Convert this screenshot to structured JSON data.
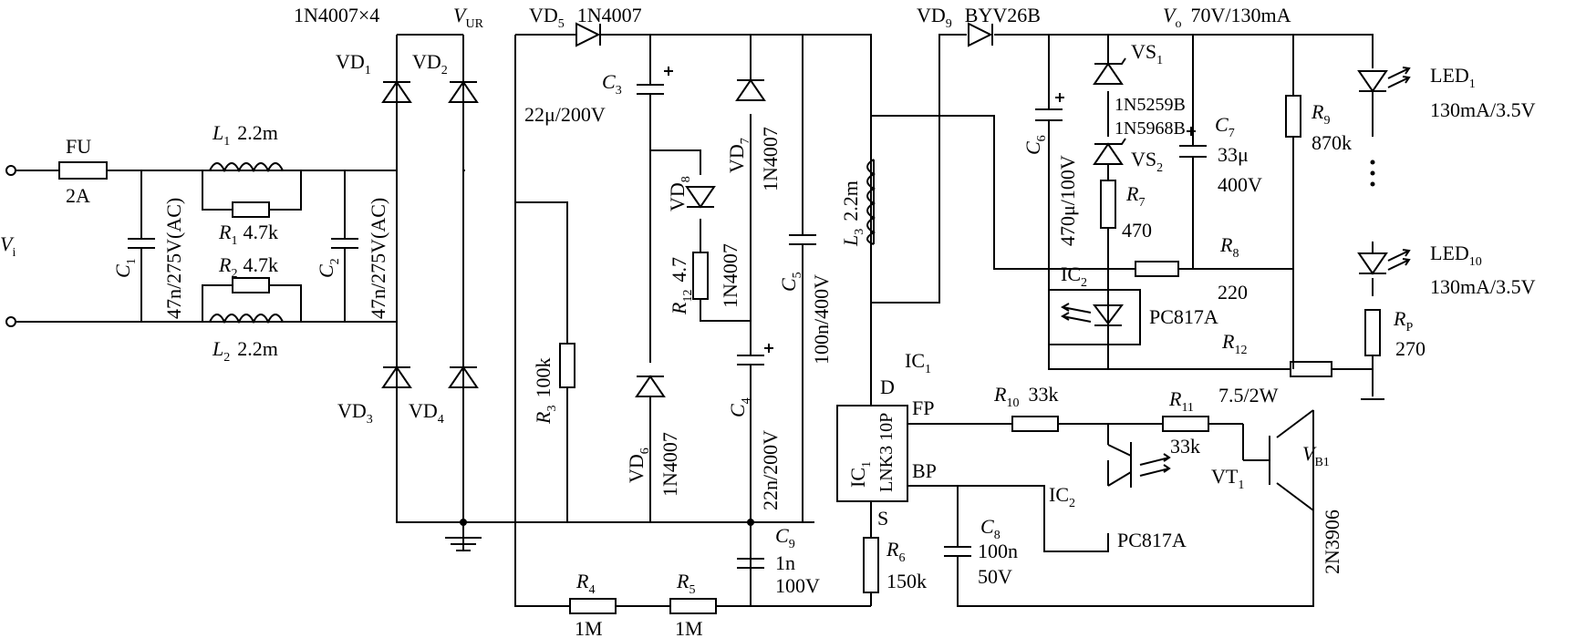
{
  "circuit": {
    "input": {
      "terminal_label": "V",
      "terminal_sub": "i"
    },
    "fuse": {
      "ref": "FU",
      "value": "2A"
    },
    "caps": {
      "c1": {
        "ref": "C",
        "sub": "1",
        "value": "47n/275V(AC)"
      },
      "c2": {
        "ref": "C",
        "sub": "2",
        "value": "47n/275V(AC)"
      },
      "c3": {
        "ref": "C",
        "sub": "3",
        "value": "22μ/200V"
      },
      "c4": {
        "ref": "C",
        "sub": "4",
        "value": "22n/200V"
      },
      "c5": {
        "ref": "C",
        "sub": "5",
        "value": "100n/400V"
      },
      "c6": {
        "ref": "C",
        "sub": "6",
        "value": "470μ/100V"
      },
      "c7": {
        "ref": "C",
        "sub": "7",
        "value1": "33μ",
        "value2": "400V"
      },
      "c8": {
        "ref": "C",
        "sub": "8",
        "value1": "100n",
        "value2": "50V"
      },
      "c9": {
        "ref": "C",
        "sub": "9",
        "value1": "1n",
        "value2": "100V"
      }
    },
    "inductors": {
      "l1": {
        "ref": "L",
        "sub": "1",
        "value": "2.2m"
      },
      "l2": {
        "ref": "L",
        "sub": "2",
        "value": "2.2m"
      },
      "l3": {
        "ref": "L",
        "sub": "3",
        "value": "2.2m"
      }
    },
    "resistors": {
      "r1": {
        "ref": "R",
        "sub": "1",
        "value": "4.7k"
      },
      "r2": {
        "ref": "R",
        "sub": "2",
        "value": "4.7k"
      },
      "r3": {
        "ref": "R",
        "sub": "3",
        "value": "100k"
      },
      "r4": {
        "ref": "R",
        "sub": "4",
        "value": "1M"
      },
      "r5": {
        "ref": "R",
        "sub": "5",
        "value": "1M"
      },
      "r6": {
        "ref": "R",
        "sub": "6",
        "value": "150k"
      },
      "r7": {
        "ref": "R",
        "sub": "7",
        "value": "470"
      },
      "r8": {
        "ref": "R",
        "sub": "8",
        "value": "220"
      },
      "r9": {
        "ref": "R",
        "sub": "9",
        "value": "870k"
      },
      "r10": {
        "ref": "R",
        "sub": "10",
        "value": "33k"
      },
      "r11": {
        "ref": "R",
        "sub": "11",
        "value": "33k"
      },
      "r12a": {
        "ref": "R",
        "sub": "12",
        "value": "4.7"
      },
      "r12b": {
        "ref": "R",
        "sub": "12",
        "value": "7.5/2W"
      },
      "rp": {
        "ref": "R",
        "sub": "P",
        "value": "270"
      }
    },
    "bridge": {
      "title": "1N4007×4",
      "vd1": {
        "ref": "VD",
        "sub": "1"
      },
      "vd2": {
        "ref": "VD",
        "sub": "2"
      },
      "vd3": {
        "ref": "VD",
        "sub": "3"
      },
      "vd4": {
        "ref": "VD",
        "sub": "4"
      }
    },
    "vur": {
      "main": "V",
      "sub": "UR"
    },
    "diodes": {
      "vd5": {
        "ref": "VD",
        "sub": "5",
        "part": "1N4007"
      },
      "vd6": {
        "ref": "VD",
        "sub": "6",
        "part": "1N4007"
      },
      "vd7": {
        "ref": "VD",
        "sub": "7",
        "part": "1N4007"
      },
      "vd8": {
        "ref": "VD",
        "sub": "8",
        "part": "1N4007"
      },
      "vd9": {
        "ref": "VD",
        "sub": "9",
        "part": "BYV26B"
      }
    },
    "zeners": {
      "vs1": {
        "ref": "VS",
        "sub": "1",
        "part": "1N5259B"
      },
      "vs2": {
        "ref": "VS",
        "sub": "2",
        "part": "1N5968B"
      }
    },
    "output": {
      "main": "V",
      "sub": "o",
      "value": "70V/130mA"
    },
    "leds": {
      "led1": {
        "ref": "LED",
        "sub": "1",
        "rating": "130mA/3.5V"
      },
      "led10": {
        "ref": "LED",
        "sub": "10",
        "rating": "130mA/3.5V"
      }
    },
    "ic1": {
      "ref": "IC",
      "sub": "1",
      "part": "LNK3 10P",
      "pin_d": "D",
      "pin_fp": "FP",
      "pin_bp": "BP",
      "pin_s": "S"
    },
    "ic2_led": {
      "ref": "IC",
      "sub": "2",
      "part": "PC817A"
    },
    "ic2_tr": {
      "ref": "IC",
      "sub": "2",
      "part": "PC817A"
    },
    "vt1": {
      "ref": "VT",
      "sub": "1",
      "part": "2N3906",
      "node_main": "V",
      "node_sub": "B1"
    }
  }
}
